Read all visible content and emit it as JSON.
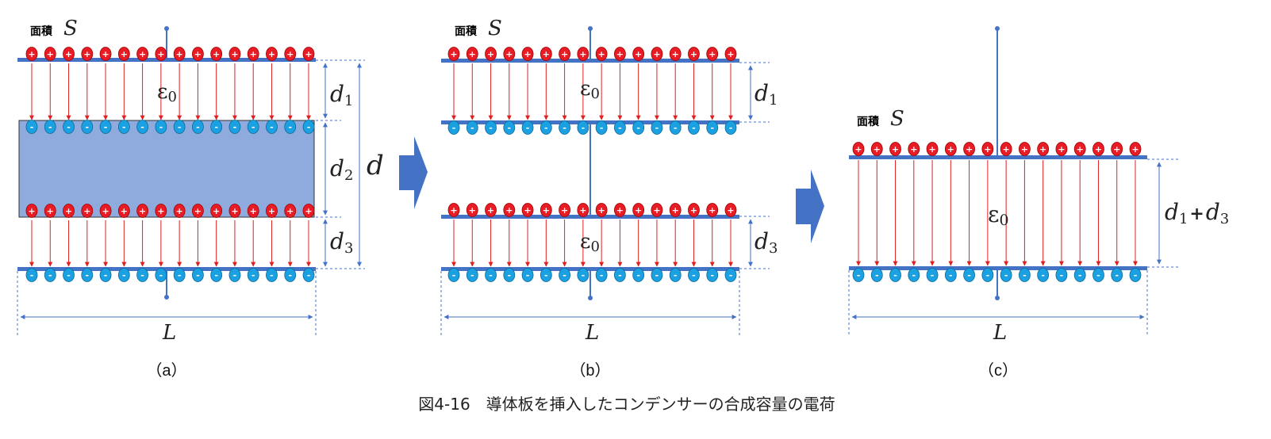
{
  "colors": {
    "plate": "#4472c4",
    "positive": "#e81c24",
    "negative": "#1ba1e2",
    "field": "#e02020",
    "dielectric": "#8faadc",
    "dim": "#4472c4",
    "arrow": "#4472c4"
  },
  "signs": {
    "positive": "+",
    "negative": "-"
  },
  "area_label": "面積",
  "area_symbol": "S",
  "epsilon": "ε",
  "epsilon_sub": "0",
  "length_symbol": "L",
  "d_symbol": "d",
  "plus_sign": "+",
  "panels": {
    "a": {
      "label": "（a）",
      "dims": {
        "d1": {
          "sym": "d",
          "sub": "1"
        },
        "d2": {
          "sym": "d",
          "sub": "2"
        },
        "d3": {
          "sym": "d",
          "sub": "3"
        },
        "total": "d"
      }
    },
    "b": {
      "label": "（b）",
      "dims": {
        "d1": {
          "sym": "d",
          "sub": "1"
        },
        "d3": {
          "sym": "d",
          "sub": "3"
        }
      }
    },
    "c": {
      "label": "（c）",
      "dims": {
        "combined": {
          "sym1": "d",
          "sub1": "1",
          "sym2": "d",
          "sub2": "3"
        }
      }
    }
  },
  "caption": "図4-16　導体板を挿入したコンデンサーの合成容量の電荷"
}
